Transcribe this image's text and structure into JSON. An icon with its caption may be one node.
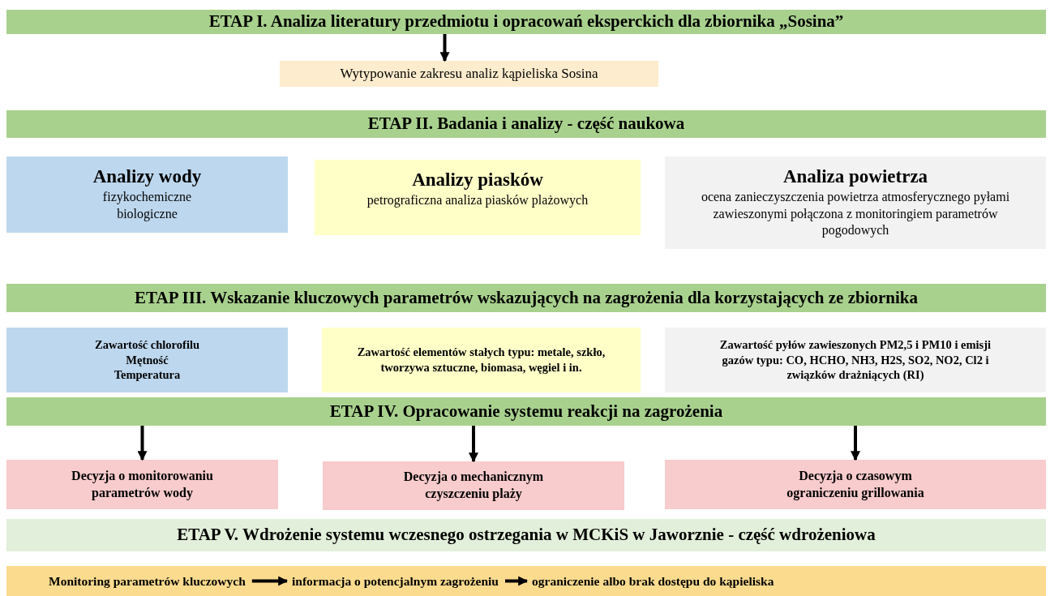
{
  "diagram": {
    "nodes": [
      {
        "text": [
          "ETAP I. Analiza literatury przedmiotu i opracowań eksperckich dla zbiornika „Sosina”"
        ]
      },
      {
        "text": [
          "Wytypowanie zakresu analiz kąpieliska Sosina"
        ]
      },
      {
        "text": [
          "ETAP II. Badania i analizy - część naukowa"
        ]
      },
      {
        "text": [
          "Analizy wody",
          "fizykochemiczne",
          "biologiczne"
        ]
      },
      {
        "text": [
          "Analizy piasków",
          "petrograficzna analiza piasków plażowych"
        ]
      },
      {
        "text": [
          "Analiza powietrza",
          "ocena zanieczyszczenia powietrza atmosferycznego pyłami zawieszonymi połączona z monitoringiem parametrów pogodowych"
        ]
      },
      {
        "text": [
          "ETAP III. Wskazanie kluczowych parametrów wskazujących na zagrożenia dla korzystających ze zbiornika"
        ]
      },
      {
        "text": [
          "Zawartość chlorofilu",
          "Mętność",
          "Temperatura"
        ]
      },
      {
        "text": [
          "Zawartość elementów stałych typu: metale, szkło, tworzywa sztuczne, biomasa, węgiel i in."
        ]
      },
      {
        "text": [
          "Zawartość pyłów zawieszonych PM2,5 i PM10 i emisji gazów typu: CO, HCHO, NH3, H2S, SO2, NO2, Cl2 i związków drażniących (RI)"
        ]
      },
      {
        "text": [
          "ETAP IV. Opracowanie systemu reakcji na zagrożenia"
        ]
      },
      {
        "text": [
          "Decyzja o monitorowaniu parametrów wody"
        ]
      },
      {
        "text": [
          "Decyzja o mechanicznym czyszczeniu plaży"
        ]
      },
      {
        "text": [
          "Decyzja o czasowym ograniczeniu grillowania"
        ]
      },
      {
        "text": [
          "ETAP V. Wdrożenie systemu wczesnego ostrzegania w MCKiS w Jaworznie - część wdrożeniowa"
        ]
      },
      {
        "text": [],
        "shape": "box"
      },
      {
        "text": [
          "Monitoring parametrów kluczowych"
        ],
        "in": 15
      },
      {
        "text": [
          "informacja o potencjalnym zagrożeniu"
        ],
        "in": 15
      },
      {
        "text": [
          "ograniczenie albo brak dostępu do kąpieliska"
        ],
        "in": 15
      }
    ],
    "edges": [
      {
        "from": 0,
        "to": 1,
        "arrow": "to"
      },
      {
        "from": 10,
        "to": 11,
        "arrow": "to"
      },
      {
        "from": 10,
        "to": 12,
        "arrow": "to"
      },
      {
        "from": 10,
        "to": 13,
        "arrow": "to"
      },
      {
        "from": 16,
        "to": 17,
        "arrow": "to"
      },
      {
        "from": 17,
        "to": 18,
        "arrow": "to"
      }
    ]
  }
}
